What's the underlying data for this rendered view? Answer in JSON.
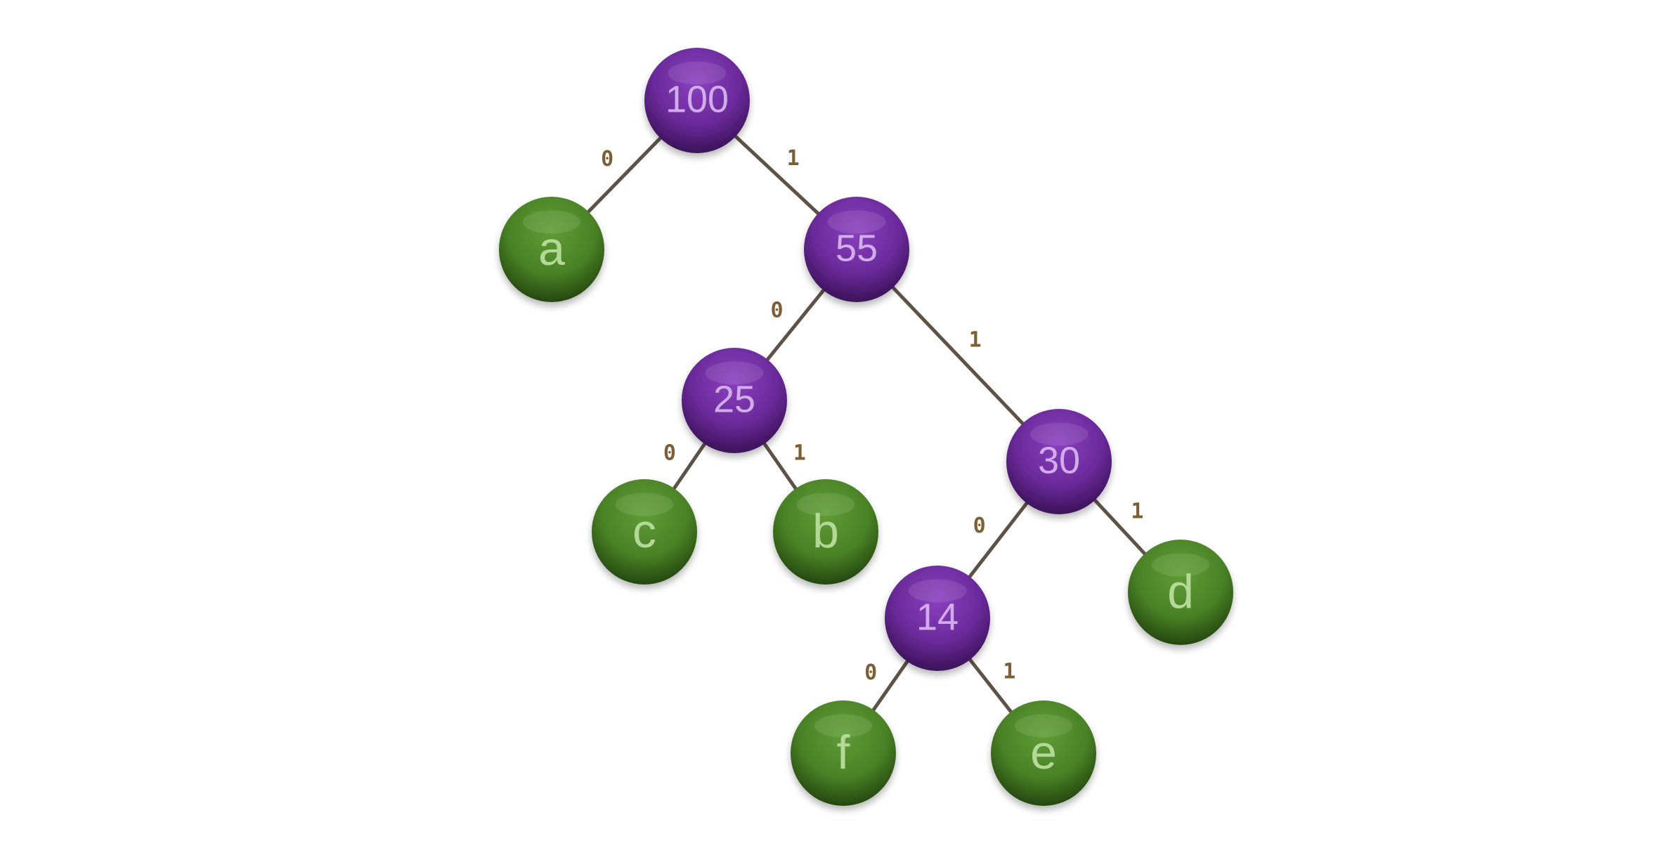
{
  "colors": {
    "internal_fill": "#6a2a9a",
    "internal_text": "#d6b3ee",
    "leaf_fill": "#4f8a2a",
    "leaf_text": "#b7dd9c",
    "edge": "#5e5246",
    "edge_label": "#7e5f35"
  },
  "nodes": [
    {
      "id": "n100",
      "label": "100",
      "kind": "internal"
    },
    {
      "id": "a",
      "label": "a",
      "kind": "leaf"
    },
    {
      "id": "n55",
      "label": "55",
      "kind": "internal"
    },
    {
      "id": "n25",
      "label": "25",
      "kind": "internal"
    },
    {
      "id": "n30",
      "label": "30",
      "kind": "internal"
    },
    {
      "id": "c",
      "label": "c",
      "kind": "leaf"
    },
    {
      "id": "b",
      "label": "b",
      "kind": "leaf"
    },
    {
      "id": "n14",
      "label": "14",
      "kind": "internal"
    },
    {
      "id": "d",
      "label": "d",
      "kind": "leaf"
    },
    {
      "id": "f",
      "label": "f",
      "kind": "leaf"
    },
    {
      "id": "e",
      "label": "e",
      "kind": "leaf"
    }
  ],
  "edges": [
    {
      "from": "n100",
      "to": "a",
      "label": "0"
    },
    {
      "from": "n100",
      "to": "n55",
      "label": "1"
    },
    {
      "from": "n55",
      "to": "n25",
      "label": "0"
    },
    {
      "from": "n55",
      "to": "n30",
      "label": "1"
    },
    {
      "from": "n25",
      "to": "c",
      "label": "0"
    },
    {
      "from": "n25",
      "to": "b",
      "label": "1"
    },
    {
      "from": "n30",
      "to": "n14",
      "label": "0"
    },
    {
      "from": "n30",
      "to": "d",
      "label": "1"
    },
    {
      "from": "n14",
      "to": "f",
      "label": "0"
    },
    {
      "from": "n14",
      "to": "e",
      "label": "1"
    }
  ]
}
